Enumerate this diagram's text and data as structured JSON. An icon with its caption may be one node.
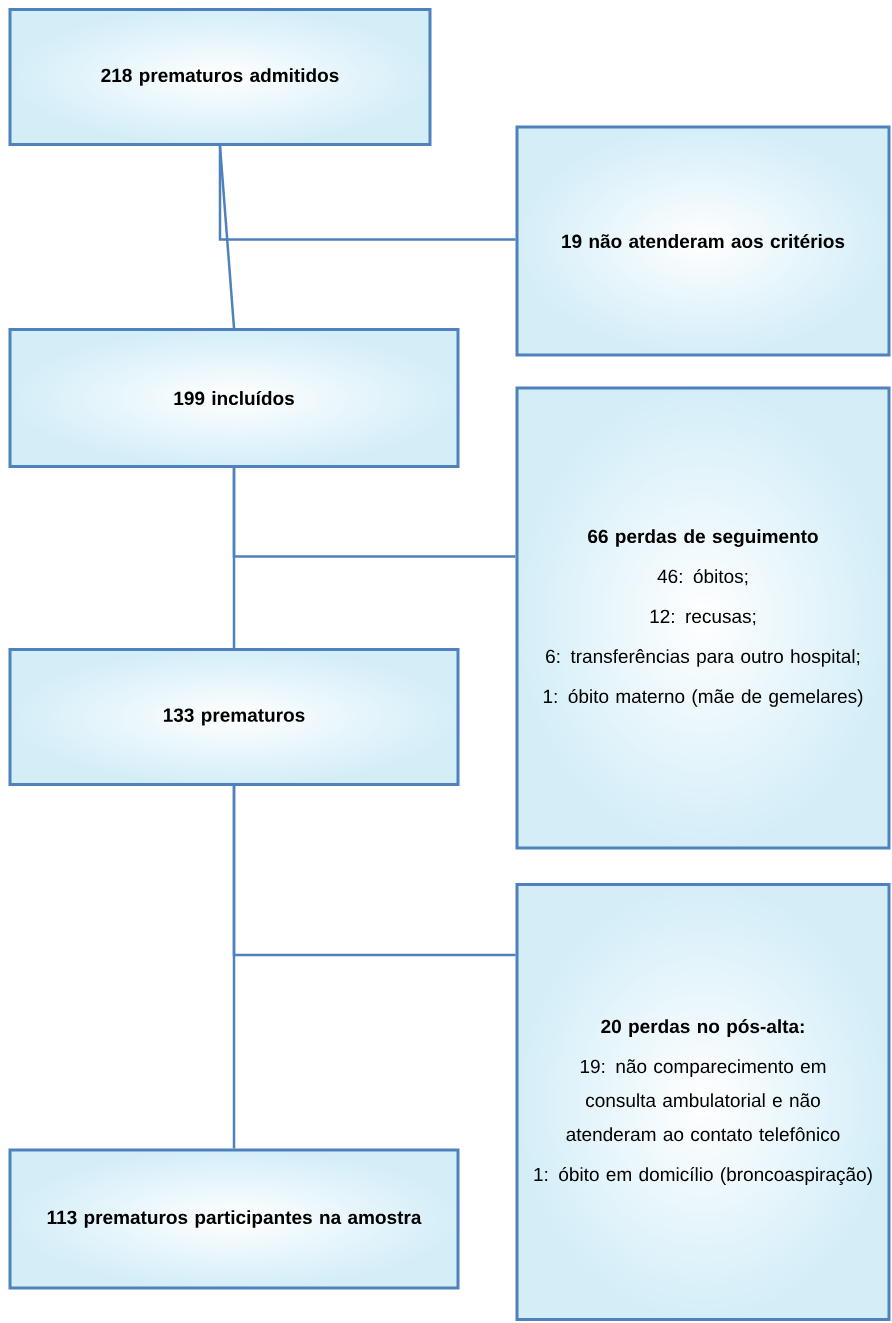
{
  "diagram": {
    "nodes": [
      {
        "text": [
          "218 prematuros admitidos"
        ]
      },
      {
        "text": [
          "19 não atenderam aos critérios"
        ]
      },
      {
        "text": [
          "199 incluídos"
        ]
      },
      {
        "text": [
          "66 perdas de seguimento",
          "46: óbitos;",
          "12: recusas;",
          "6: transferências para outro hospital;",
          "1: óbito materno (mãe de gemelares)"
        ]
      },
      {
        "text": [
          "133 prematuros"
        ]
      },
      {
        "text": [
          "20 perdas no pós-alta:",
          "19:  não comparecimento em consulta ambulatorial e não atenderam ao contato telefônico",
          "1: óbito em domicílio (broncoaspiração)"
        ]
      },
      {
        "text": [
          "113 prematuros participantes na amostra"
        ]
      }
    ],
    "edges": [
      {
        "from": 0,
        "to": 2,
        "arrow": "none"
      },
      {
        "from": 0,
        "to": 1,
        "arrow": "none"
      },
      {
        "from": 2,
        "to": 4,
        "arrow": "none"
      },
      {
        "from": 2,
        "to": 3,
        "arrow": "none"
      },
      {
        "from": 4,
        "to": 6,
        "arrow": "none"
      },
      {
        "from": 4,
        "to": 5,
        "arrow": "none"
      }
    ]
  }
}
